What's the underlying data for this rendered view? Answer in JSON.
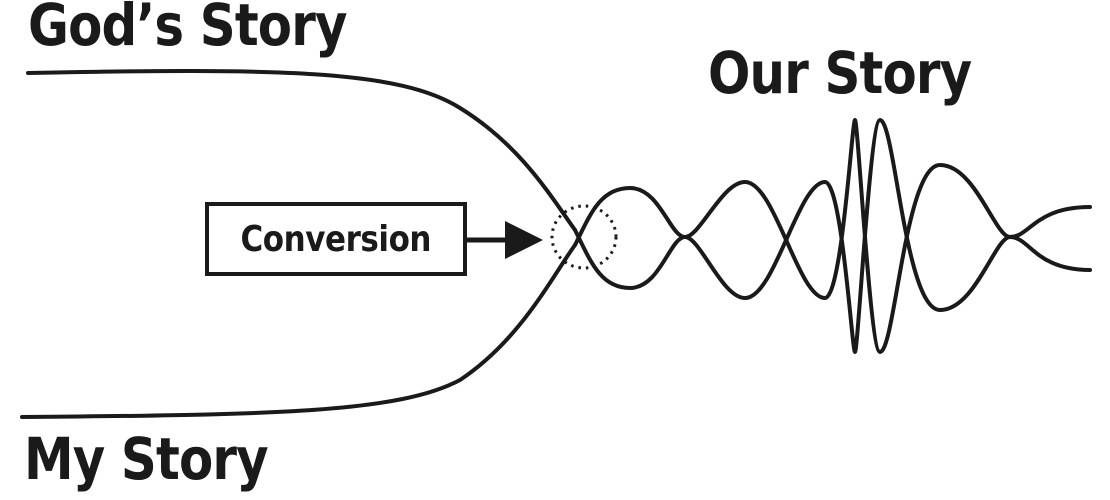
{
  "labels": {
    "gods_story": "God’s Story",
    "our_story": "Our Story",
    "my_story": "My Story",
    "conversion": "Conversion"
  },
  "colors": {
    "ink": "#1a1a1a",
    "background": "#ffffff"
  }
}
